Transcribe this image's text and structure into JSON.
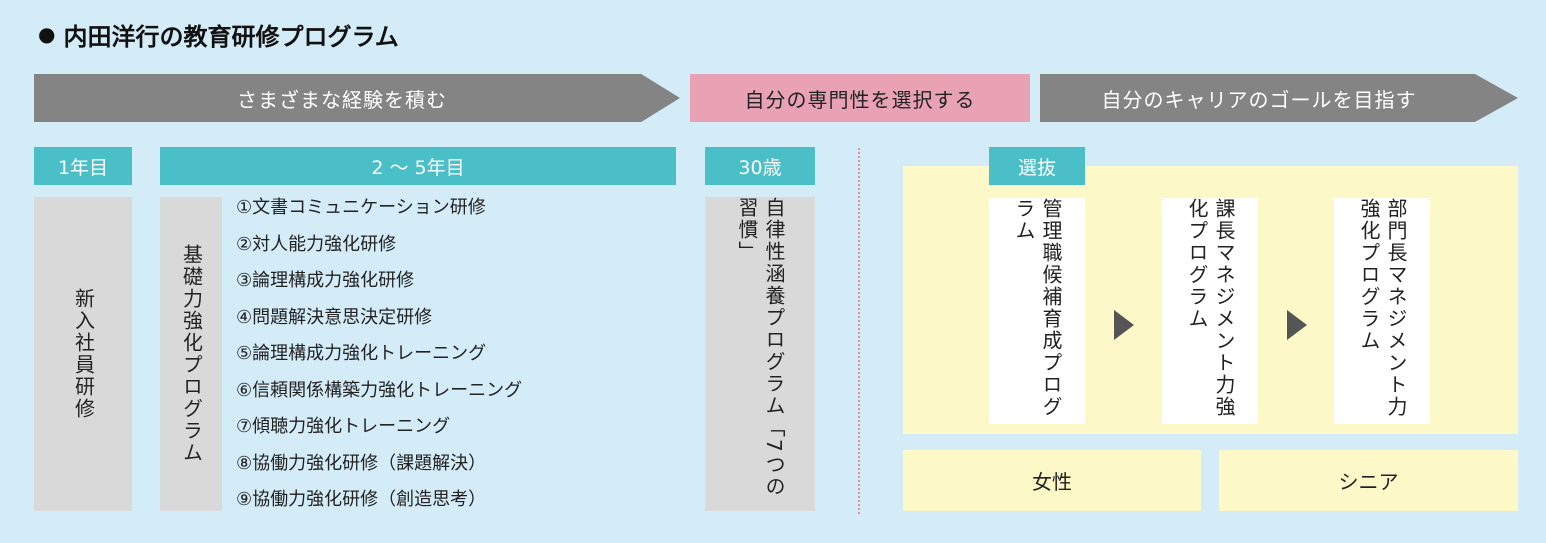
{
  "title": "内田洋行の教育研修プログラム",
  "stages": {
    "stage1": "さまざまな経験を積む",
    "stage2": "自分の専門性を選択する",
    "stage3": "自分のキャリアのゴールを目指す"
  },
  "headers": {
    "year1": "1年目",
    "years2to5": "2 ～ 5年目",
    "age30": "30歳",
    "selection": "選抜"
  },
  "columns": {
    "newcomer": "新入社員研修",
    "basic": "基礎力強化プログラム",
    "autonomy": "自律性涵養プログラム「7つの習慣」"
  },
  "basic_items": [
    "①文書コミュニケーション研修",
    "②対人能力強化研修",
    "③論理構成力強化研修",
    "④問題解決意思決定研修",
    "⑤論理構成力強化トレーニング",
    "⑥信頼関係構築力強化トレーニング",
    "⑦傾聴力強化トレーニング",
    "⑧協働力強化研修（課題解決）",
    "⑨協働力強化研修（創造思考）"
  ],
  "selection_programs": {
    "manager_candidate": "管理職候補育成プログラム",
    "section_manager": "課長マネジメント力強化プログラム",
    "department_manager": "部門長マネジメント力強化プログラム"
  },
  "bottom": {
    "women": "女性",
    "senior": "シニア"
  },
  "colors": {
    "background": "#d4ecf8",
    "arrow_gray": "#848484",
    "arrow_pink": "#e9a2b3",
    "teal": "#4bbfc8",
    "gray_column": "#d9d9d9",
    "yellow_panel": "#fcf8c8",
    "dotted_line": "#e58fa6"
  }
}
